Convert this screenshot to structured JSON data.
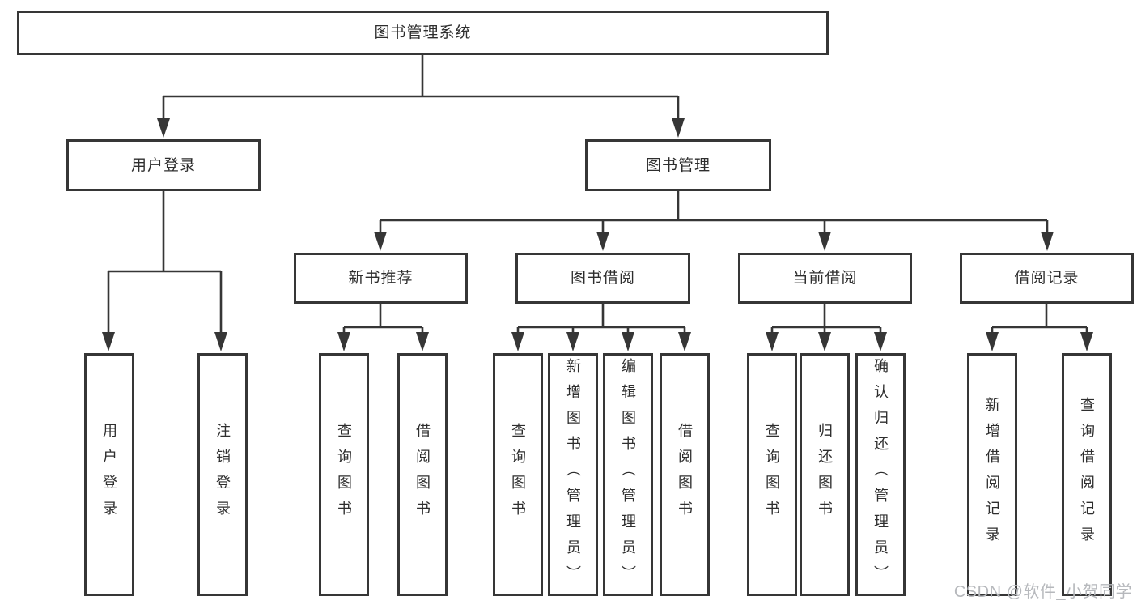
{
  "nodes": {
    "root": {
      "label": "图书管理系统"
    },
    "level2": [
      {
        "label": "用户登录"
      },
      {
        "label": "图书管理"
      }
    ],
    "level3": [
      {
        "label": "新书推荐"
      },
      {
        "label": "图书借阅"
      },
      {
        "label": "当前借阅"
      },
      {
        "label": "借阅记录"
      }
    ],
    "leaves": [
      {
        "label": "用户登录"
      },
      {
        "label": "注销登录"
      },
      {
        "label": "查询图书"
      },
      {
        "label": "借阅图书"
      },
      {
        "label": "查询图书"
      },
      {
        "label": "新增图书（管理员）"
      },
      {
        "label": "编辑图书（管理员）"
      },
      {
        "label": "借阅图书"
      },
      {
        "label": "查询图书"
      },
      {
        "label": "归还图书"
      },
      {
        "label": "确认归还（管理员）"
      },
      {
        "label": "新增借阅记录"
      },
      {
        "label": "查询借阅记录"
      }
    ]
  },
  "watermark": {
    "text": "CSDN @软件_小贺同学"
  },
  "colors": {
    "line": "#363636",
    "text": "#2e2e2e",
    "watermark": "#b6b8bc",
    "background": "#ffffff"
  }
}
